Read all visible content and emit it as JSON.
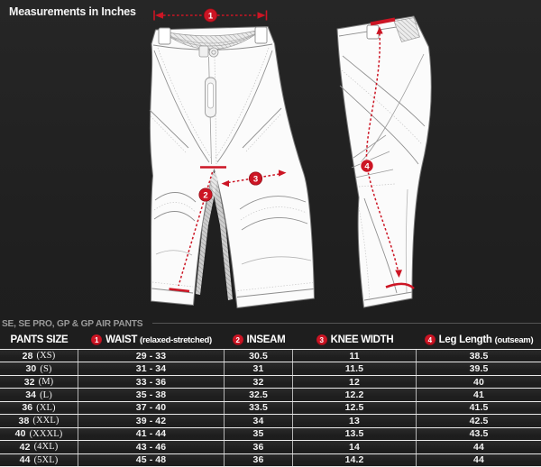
{
  "page": {
    "title": "Measurements in Inches"
  },
  "colors": {
    "background": "#212121",
    "accent_red": "#cc1524",
    "pants_fill": "#fbfbfb",
    "seam_gray": "#9b9b9b",
    "section_title_gray": "#9a9a9a",
    "table_line_white": "#e9e9e9"
  },
  "section": {
    "title": "SE, SE PRO, GP & GP AIR PANTS"
  },
  "diagram": {
    "views": [
      {
        "name": "front-view-pants"
      },
      {
        "name": "side-view-pants"
      }
    ],
    "callouts": [
      {
        "num": "1",
        "measure": "Waist"
      },
      {
        "num": "2",
        "measure": "Inseam"
      },
      {
        "num": "3",
        "measure": "Knee Width"
      },
      {
        "num": "4",
        "measure": "Leg Length"
      }
    ]
  },
  "table": {
    "columns": [
      {
        "num": "",
        "label": "PANTS SIZE",
        "sub": ""
      },
      {
        "num": "1",
        "label": "WAIST",
        "sub": "(relaxed-stretched)"
      },
      {
        "num": "2",
        "label": "INSEAM",
        "sub": ""
      },
      {
        "num": "3",
        "label": "KNEE WIDTH",
        "sub": ""
      },
      {
        "num": "4",
        "label": "Leg Length",
        "sub": "(outseam)"
      }
    ],
    "rows": [
      {
        "size": "28",
        "size_label": "(XS)",
        "waist": "29 - 33",
        "inseam": "30.5",
        "knee": "11",
        "leg": "38.5"
      },
      {
        "size": "30",
        "size_label": "(S)",
        "waist": "31 - 34",
        "inseam": "31",
        "knee": "11.5",
        "leg": "39.5"
      },
      {
        "size": "32",
        "size_label": "(M)",
        "waist": "33 - 36",
        "inseam": "32",
        "knee": "12",
        "leg": "40"
      },
      {
        "size": "34",
        "size_label": "(L)",
        "waist": "35 - 38",
        "inseam": "32.5",
        "knee": "12.2",
        "leg": "41"
      },
      {
        "size": "36",
        "size_label": "(XL)",
        "waist": "37 - 40",
        "inseam": "33.5",
        "knee": "12.5",
        "leg": "41.5"
      },
      {
        "size": "38",
        "size_label": "(XXL)",
        "waist": "39 - 42",
        "inseam": "34",
        "knee": "13",
        "leg": "42.5"
      },
      {
        "size": "40",
        "size_label": "(XXXL)",
        "waist": "41 - 44",
        "inseam": "35",
        "knee": "13.5",
        "leg": "43.5"
      },
      {
        "size": "42",
        "size_label": "(4XL)",
        "waist": "43 - 46",
        "inseam": "36",
        "knee": "14",
        "leg": "44"
      },
      {
        "size": "44",
        "size_label": "(5XL)",
        "waist": "45 - 48",
        "inseam": "36",
        "knee": "14.2",
        "leg": "44"
      }
    ]
  }
}
